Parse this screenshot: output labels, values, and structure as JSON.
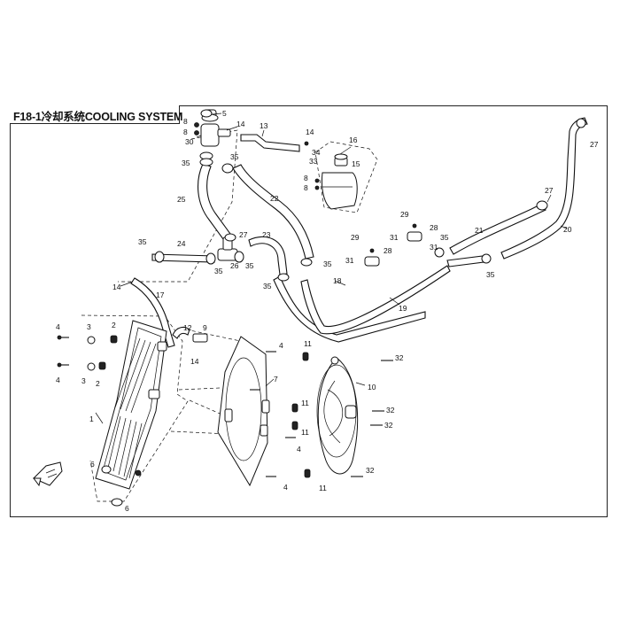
{
  "title": "F18-1冷却系统COOLING SYSTEM",
  "callouts": [
    {
      "id": "c5a",
      "text": "5"
    },
    {
      "id": "c8a",
      "text": "8"
    },
    {
      "id": "c8b",
      "text": "8"
    },
    {
      "id": "c30",
      "text": "30"
    },
    {
      "id": "c14a",
      "text": "14"
    },
    {
      "id": "c13",
      "text": "13"
    },
    {
      "id": "c14b",
      "text": "14"
    },
    {
      "id": "c16",
      "text": "16"
    },
    {
      "id": "c34",
      "text": "34"
    },
    {
      "id": "c33",
      "text": "33"
    },
    {
      "id": "c15",
      "text": "15"
    },
    {
      "id": "c8c",
      "text": "8"
    },
    {
      "id": "c8d",
      "text": "8"
    },
    {
      "id": "c27a",
      "text": "27"
    },
    {
      "id": "c35a",
      "text": "35"
    },
    {
      "id": "c35b",
      "text": "35"
    },
    {
      "id": "c25",
      "text": "25"
    },
    {
      "id": "c22",
      "text": "22"
    },
    {
      "id": "c27b",
      "text": "27"
    },
    {
      "id": "c27c",
      "text": "27"
    },
    {
      "id": "c20",
      "text": "20"
    },
    {
      "id": "c29a",
      "text": "29"
    },
    {
      "id": "c28a",
      "text": "28"
    },
    {
      "id": "c29b",
      "text": "29"
    },
    {
      "id": "c28b",
      "text": "28"
    },
    {
      "id": "c31a",
      "text": "31"
    },
    {
      "id": "c31b",
      "text": "31"
    },
    {
      "id": "c31c",
      "text": "31"
    },
    {
      "id": "c35c",
      "text": "35"
    },
    {
      "id": "c21",
      "text": "21"
    },
    {
      "id": "c35d",
      "text": "35"
    },
    {
      "id": "c35e",
      "text": "35"
    },
    {
      "id": "c24",
      "text": "24"
    },
    {
      "id": "c35f",
      "text": "35"
    },
    {
      "id": "c26",
      "text": "26"
    },
    {
      "id": "c35g",
      "text": "35"
    },
    {
      "id": "c23",
      "text": "23"
    },
    {
      "id": "c35h",
      "text": "35"
    },
    {
      "id": "c35i",
      "text": "35"
    },
    {
      "id": "c18",
      "text": "18"
    },
    {
      "id": "c19",
      "text": "19"
    },
    {
      "id": "c14c",
      "text": "14"
    },
    {
      "id": "c17",
      "text": "17"
    },
    {
      "id": "c4a",
      "text": "4"
    },
    {
      "id": "c3a",
      "text": "3"
    },
    {
      "id": "c2a",
      "text": "2"
    },
    {
      "id": "c12",
      "text": "12"
    },
    {
      "id": "c9",
      "text": "9"
    },
    {
      "id": "c14d",
      "text": "14"
    },
    {
      "id": "c4b",
      "text": "4"
    },
    {
      "id": "c3b",
      "text": "3"
    },
    {
      "id": "c2b",
      "text": "2"
    },
    {
      "id": "c1",
      "text": "1"
    },
    {
      "id": "c6a",
      "text": "6"
    },
    {
      "id": "c6b",
      "text": "6"
    },
    {
      "id": "c4c",
      "text": "4"
    },
    {
      "id": "c11a",
      "text": "11"
    },
    {
      "id": "c32a",
      "text": "32"
    },
    {
      "id": "c7",
      "text": "7"
    },
    {
      "id": "c10",
      "text": "10"
    },
    {
      "id": "c11b",
      "text": "11"
    },
    {
      "id": "c32b",
      "text": "32"
    },
    {
      "id": "c11c",
      "text": "11"
    },
    {
      "id": "c32c",
      "text": "32"
    },
    {
      "id": "c4d",
      "text": "4"
    },
    {
      "id": "c4e",
      "text": "4"
    },
    {
      "id": "c11d",
      "text": "11"
    },
    {
      "id": "c32d",
      "text": "32"
    }
  ]
}
